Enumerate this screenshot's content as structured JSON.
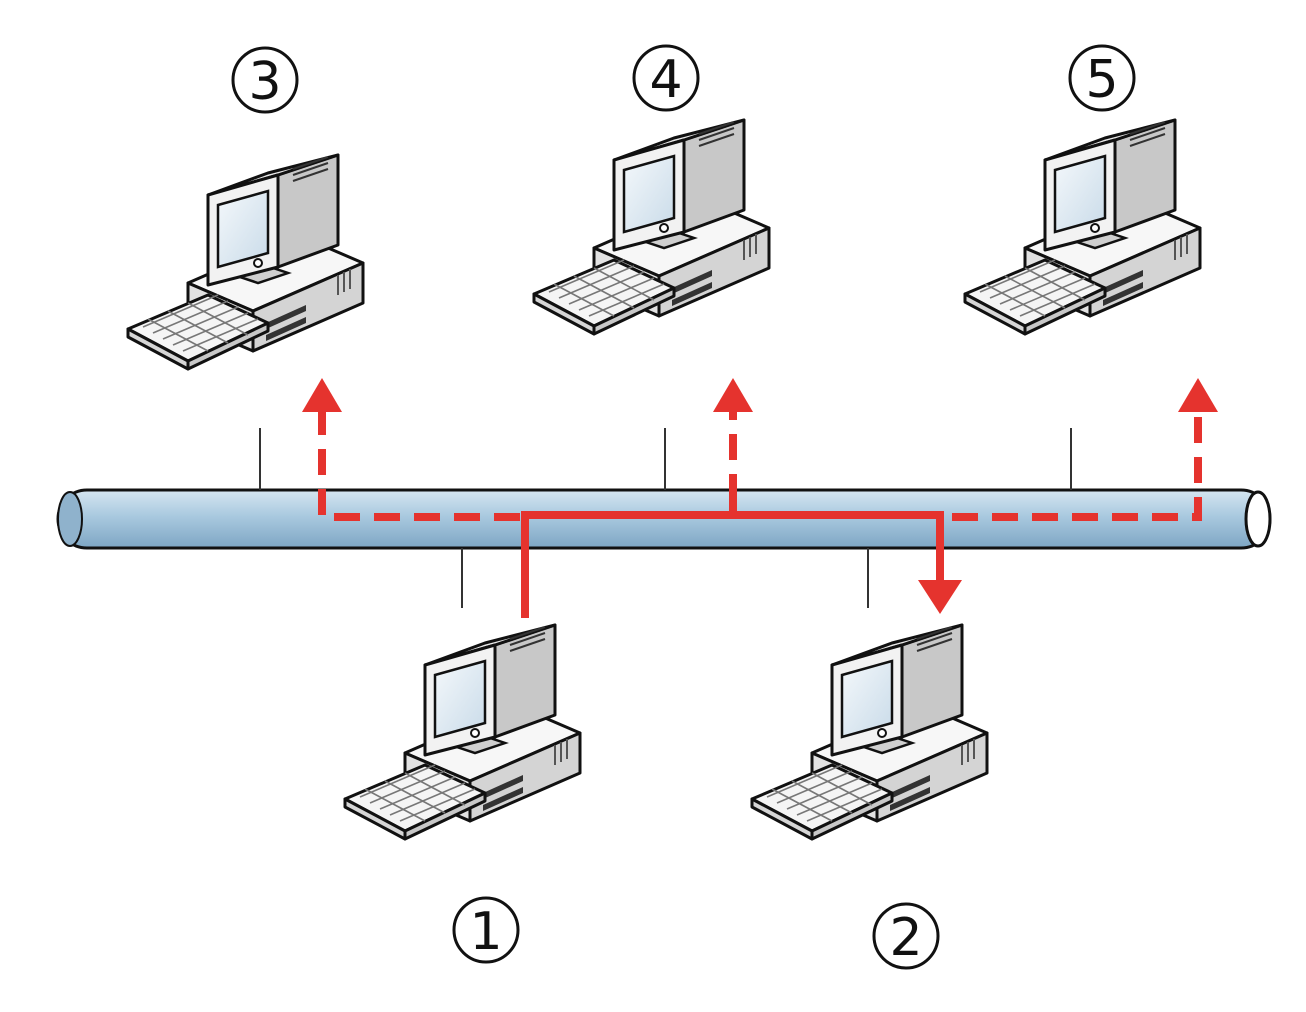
{
  "diagram": {
    "nodes": [
      {
        "id": "n1",
        "label": "1",
        "role": "sender"
      },
      {
        "id": "n2",
        "label": "2",
        "role": "receiver"
      },
      {
        "id": "n3",
        "label": "3",
        "role": "other"
      },
      {
        "id": "n4",
        "label": "4",
        "role": "other"
      },
      {
        "id": "n5",
        "label": "5",
        "role": "other"
      }
    ],
    "edges": [
      {
        "from": "n1",
        "to": "bus",
        "style": "solid"
      },
      {
        "from": "bus",
        "to": "n2",
        "style": "solid"
      },
      {
        "from": "bus",
        "to": "n3",
        "style": "dashed"
      },
      {
        "from": "bus",
        "to": "n4",
        "style": "dashed"
      },
      {
        "from": "bus",
        "to": "n5",
        "style": "dashed"
      }
    ],
    "colors": {
      "signal": "#e5332e",
      "bus_fill": "#a9c9df",
      "outline": "#111111",
      "computer_body": "#eeeeee",
      "screen": "#dfeaf3"
    },
    "icon": "computer-icon"
  }
}
